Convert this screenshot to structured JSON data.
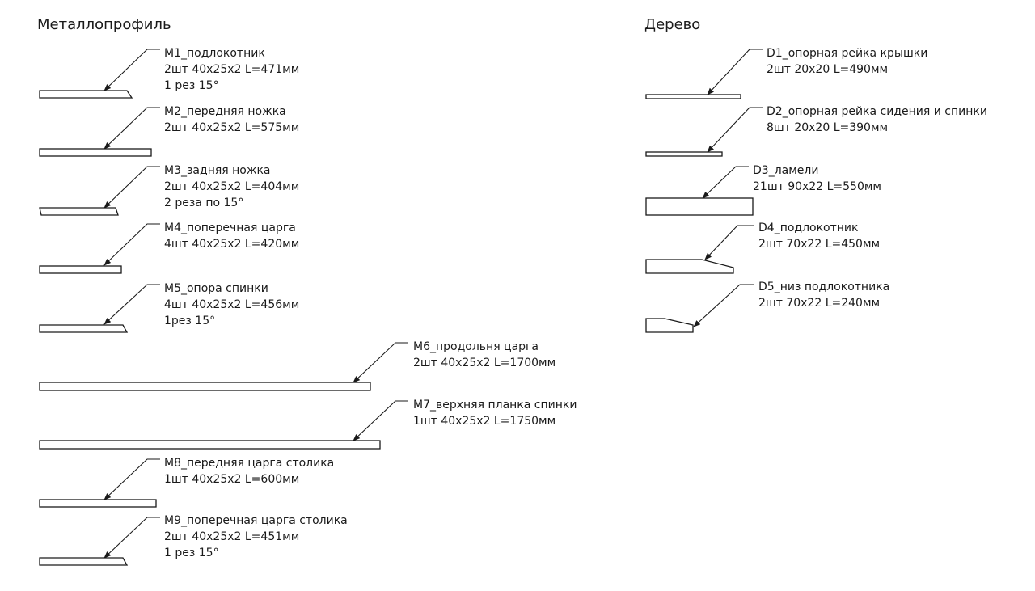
{
  "sections": {
    "metal": "Металлопрофиль",
    "wood": "Дерево"
  },
  "metal_parts": [
    {
      "name": "M1_подлокотник",
      "spec": "2шт 40х25х2 L=471мм",
      "note": "1 рез 15°"
    },
    {
      "name": "M2_передняя ножка",
      "spec": "2шт 40х25х2 L=575мм",
      "note": ""
    },
    {
      "name": "M3_задняя ножка",
      "spec": "2шт 40х25х2 L=404мм",
      "note": "2 реза по 15°"
    },
    {
      "name": "M4_поперечная царга",
      "spec": "4шт 40х25х2 L=420мм",
      "note": ""
    },
    {
      "name": "M5_опора спинки",
      "spec": "4шт 40х25х2 L=456мм",
      "note": "1рез 15°"
    },
    {
      "name": "M6_продольня царга",
      "spec": "2шт 40х25х2 L=1700мм",
      "note": ""
    },
    {
      "name": "M7_верхняя планка спинки",
      "spec": "1шт 40х25х2 L=1750мм",
      "note": ""
    },
    {
      "name": "M8_передняя царга столика",
      "spec": "1шт 40х25х2 L=600мм",
      "note": ""
    },
    {
      "name": "M9_поперечная царга столика",
      "spec": "2шт 40х25х2 L=451мм",
      "note": "1 рез 15°"
    }
  ],
  "wood_parts": [
    {
      "name": "D1_опорная рейка крышки",
      "spec": "2шт 20х20 L=490мм"
    },
    {
      "name": "D2_опорная рейка сидения и спинки",
      "spec": "8шт 20х20 L=390мм"
    },
    {
      "name": "D3_ламели",
      "spec": "21шт 90х22 L=550мм"
    },
    {
      "name": "D4_подлокотник",
      "spec": "2шт 70х22 L=450мм"
    },
    {
      "name": "D5_низ подлокотника",
      "spec": "2шт 70х22 L=240мм"
    }
  ]
}
